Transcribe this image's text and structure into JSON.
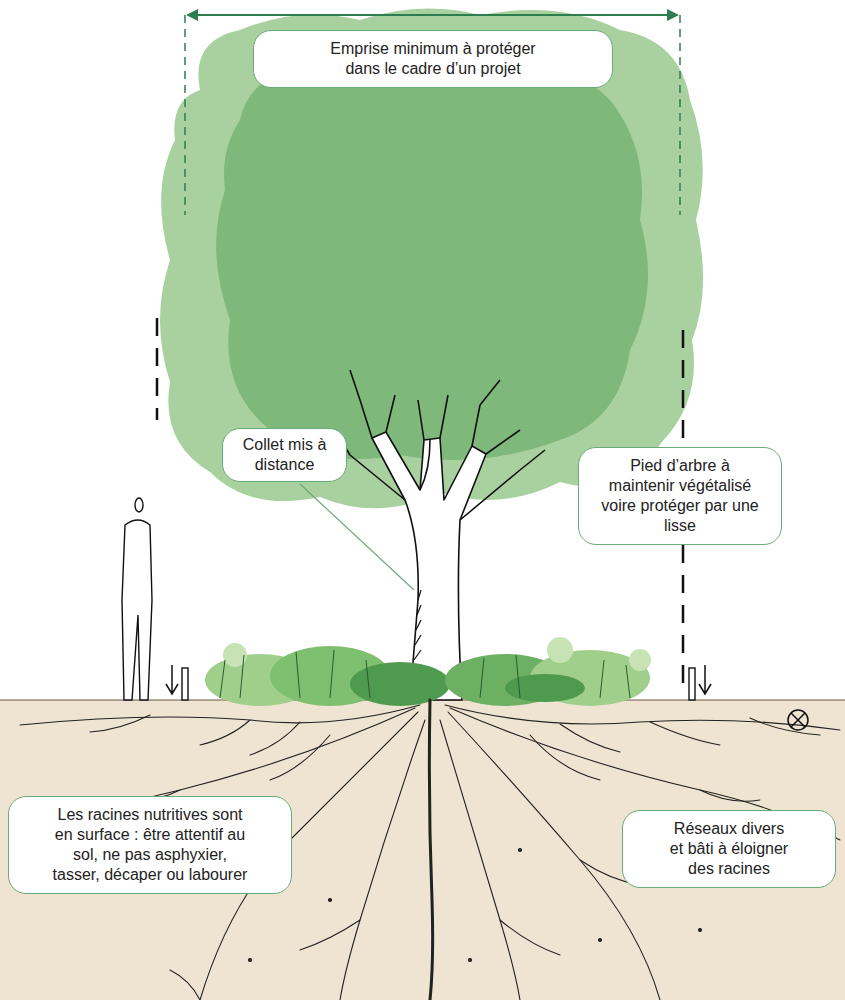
{
  "diagram": {
    "nodes": [
      {
        "text": [
          "Emprise minimum à protéger dans le cadre d’un projet"
        ]
      },
      {
        "text": [
          "Collet mis à distance"
        ]
      },
      {
        "text": [
          "Pied d’arbre à maintenir végétalisé voire protéger par une lisse"
        ]
      },
      {
        "text": [
          "Les racines nutritives sont en surface : être attentif au sol, ne pas asphyxier, tasser, décaper ou labourer"
        ]
      },
      {
        "text": [
          "Réseaux divers et bâti à éloigner des racines"
        ]
      }
    ]
  }
}
